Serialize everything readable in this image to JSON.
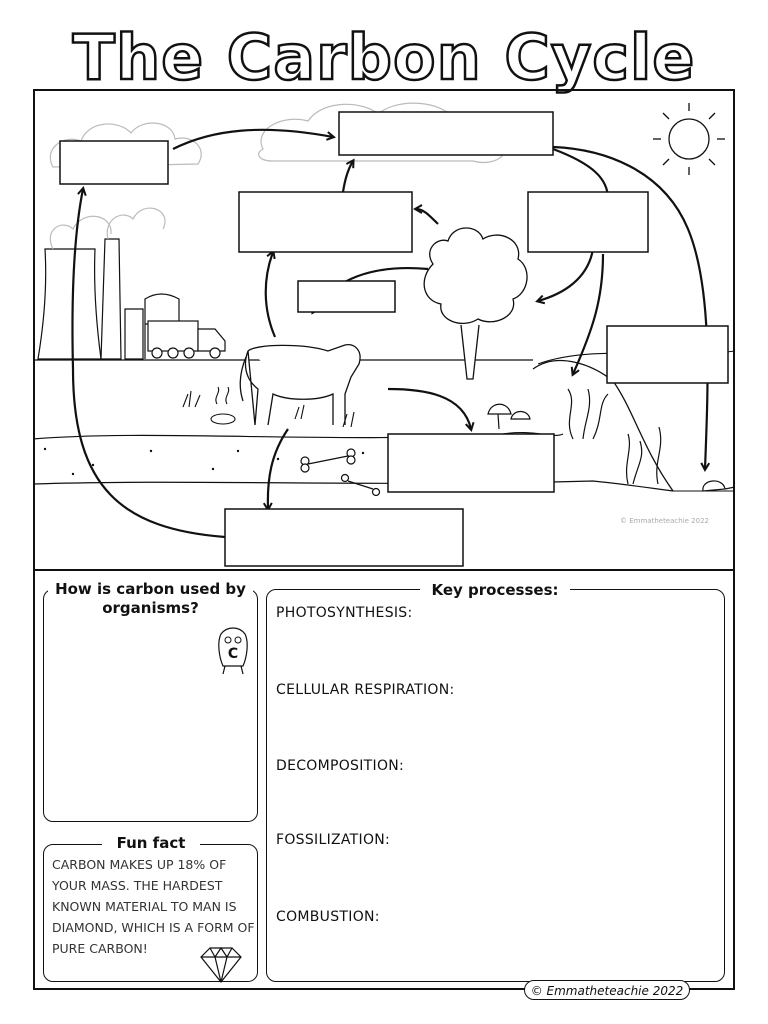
{
  "title": "The Carbon Cycle",
  "panels": {
    "organisms_title": "How is carbon used by organisms?",
    "processes_title": "Key processes:",
    "fun_fact_title": "Fun fact",
    "fun_fact_text": "Carbon makes up 18% of your mass. The hardest known material to man is diamond, which is a form of pure carbon!"
  },
  "processes": [
    "PHOTOSYNTHESIS:",
    "CELLULAR RESPIRATION:",
    "DECOMPOSITION:",
    "FOSSILIZATION:",
    "COMBUSTION:"
  ],
  "credit": "© Emmatheteachie 2022",
  "watermark": "© Emmatheteachie 2022"
}
